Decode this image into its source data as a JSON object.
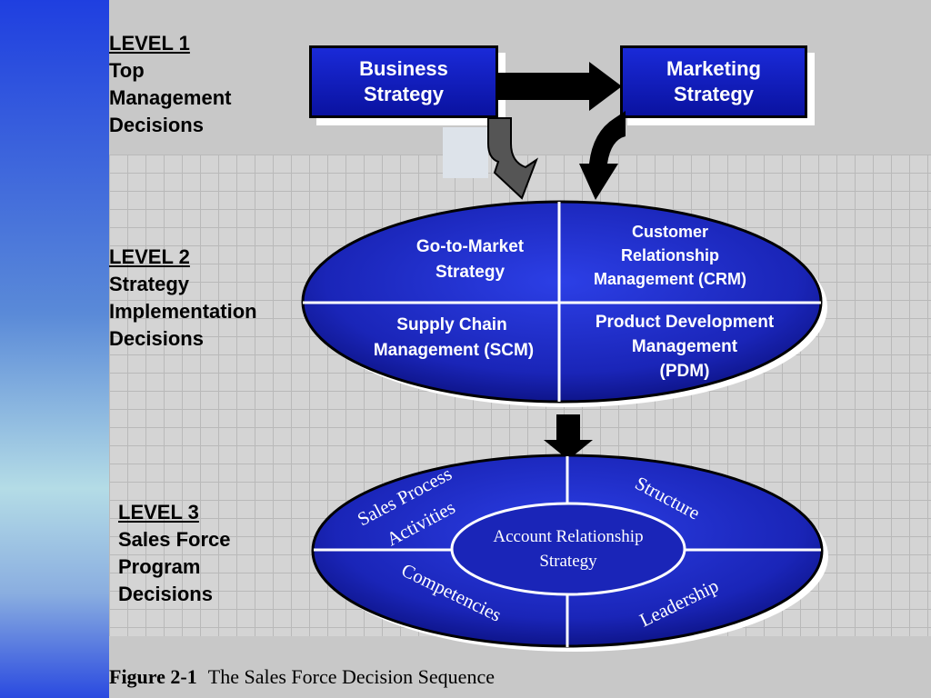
{
  "levels": [
    {
      "label": "LEVEL 1",
      "lines": [
        "Top",
        "Management",
        "Decisions"
      ]
    },
    {
      "label": "LEVEL 2",
      "lines": [
        "Strategy",
        "Implementation",
        "Decisions"
      ]
    },
    {
      "label": "LEVEL 3",
      "lines": [
        "Sales Force",
        "Program",
        "Decisions"
      ]
    }
  ],
  "level1_boxes": {
    "business": [
      "Business",
      "Strategy"
    ],
    "marketing": [
      "Marketing",
      "Strategy"
    ]
  },
  "level2_quadrants": {
    "top_left": [
      "Go-to-Market",
      "Strategy"
    ],
    "top_right": [
      "Customer",
      "Relationship",
      "Management (CRM)"
    ],
    "bottom_left": [
      "Supply Chain",
      "Management (SCM)"
    ],
    "bottom_right": [
      "Product Development",
      "Management",
      "(PDM)"
    ]
  },
  "level3": {
    "center": [
      "Account Relationship",
      "Strategy"
    ],
    "top_left": [
      "Sales Process",
      "Activities"
    ],
    "top_right": "Structure",
    "bottom_left": "Competencies",
    "bottom_right": "Leadership"
  },
  "caption": {
    "figure": "Figure 2-1",
    "title": "The Sales Force Decision Sequence"
  },
  "colors": {
    "ellipse_fill_light": "#2b3ee0",
    "ellipse_fill_dark": "#0a0f7a",
    "box_fill": "#1420c8",
    "arrow_fill": "#000000",
    "arrow_gray": "#555555"
  }
}
